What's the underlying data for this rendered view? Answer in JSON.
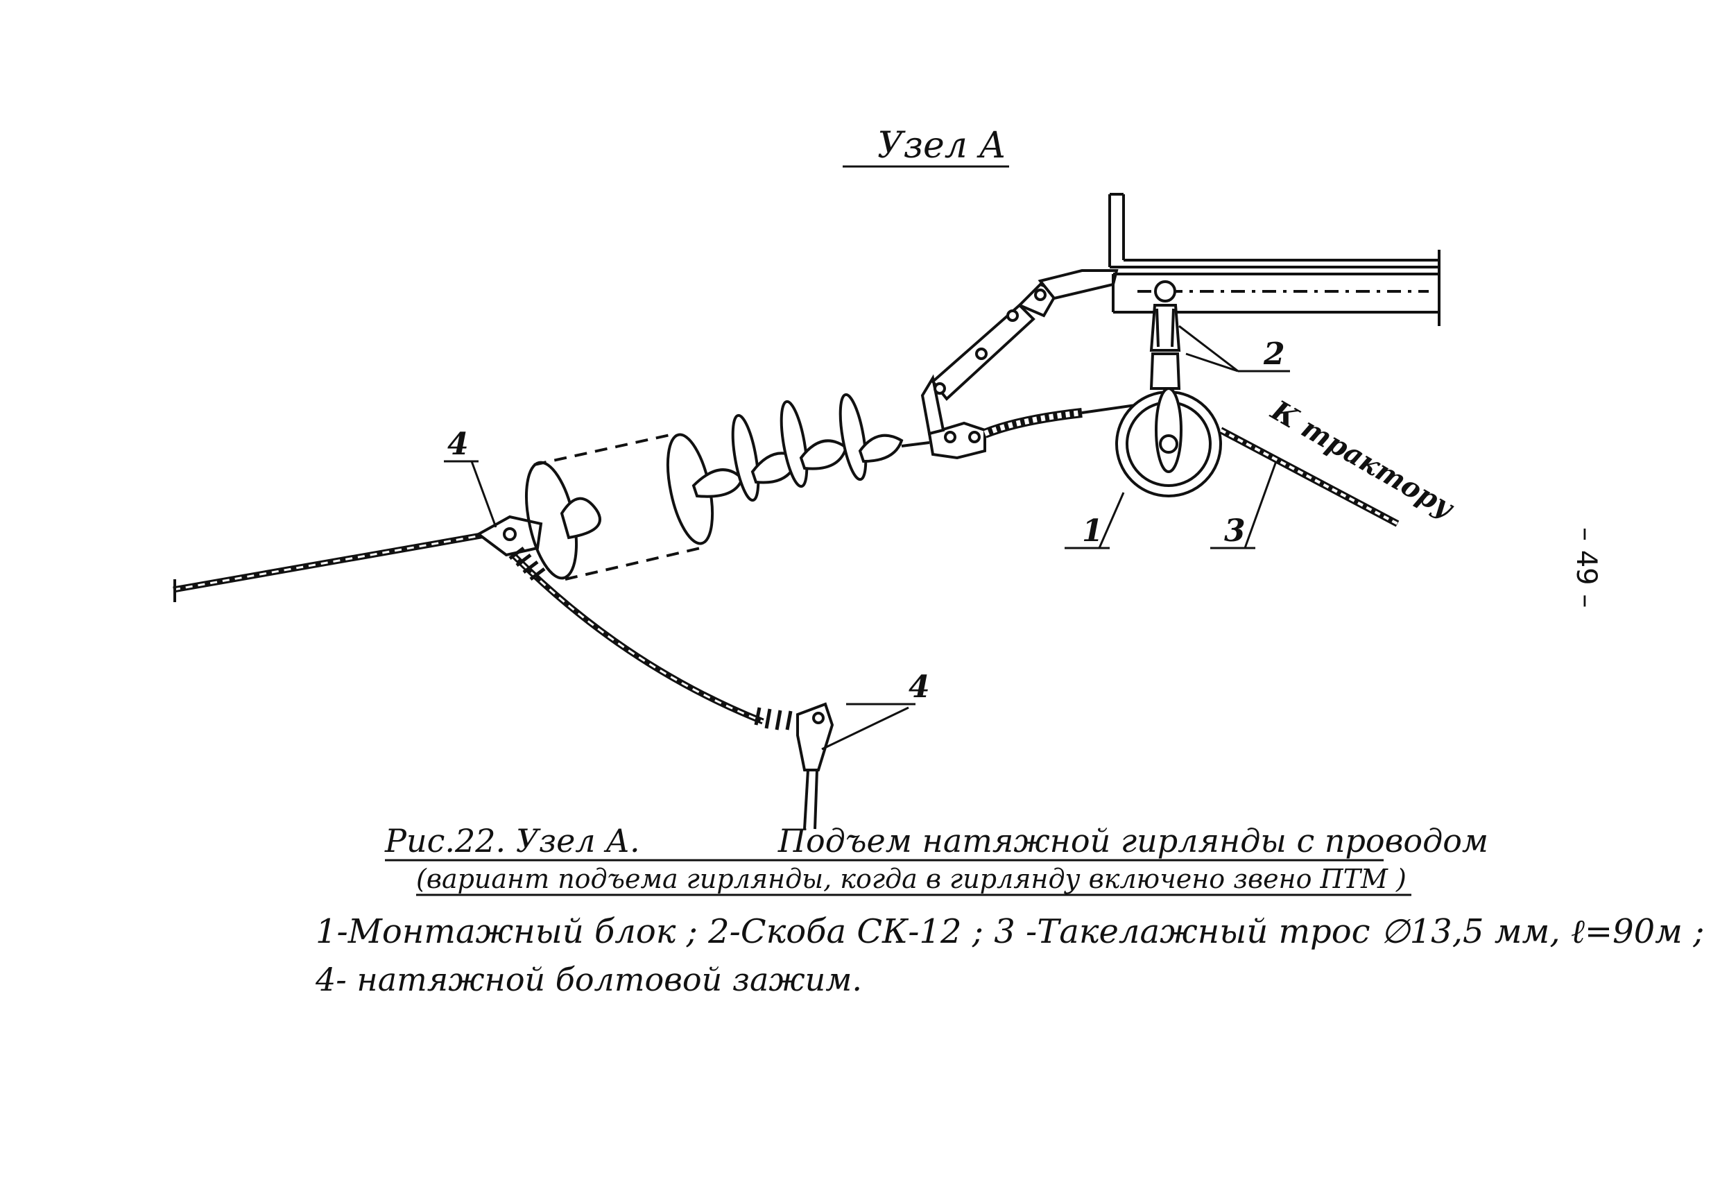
{
  "title": "Узел А",
  "caption": {
    "line1_fig": "Рис.22. Узел А.",
    "line1_text": "Подъем натяжной гирлянды с проводом",
    "line2": "(вариант подъема гирлянды, когда в гирлянду включено звено ПТМ )"
  },
  "legend": {
    "line1": "1-Монтажный блок ; 2-Скоба СК-12 ; 3 -Такелажный трос ∅13,5 мм, ℓ=90м ;",
    "line2": "4- натяжной болтовой зажим."
  },
  "labels": {
    "l1": "1",
    "l2": "2",
    "l3": "3",
    "l4_top": "4",
    "l4_bottom": "4",
    "to_tractor": "К трактору"
  },
  "page_number": "– 49 –",
  "colors": {
    "ink": "#111111",
    "paper": "#ffffff"
  }
}
